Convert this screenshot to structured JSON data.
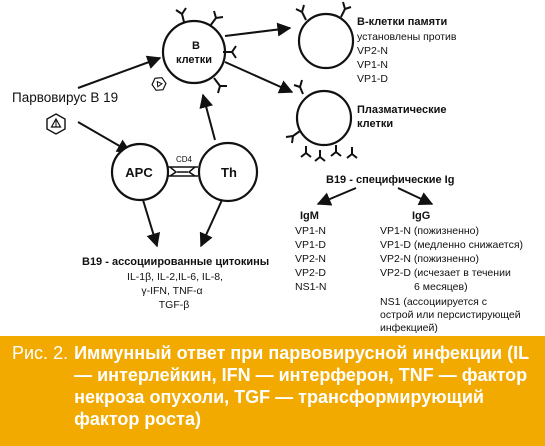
{
  "parvovirus": "Парвовирус В 19",
  "b_cells": [
    "В",
    "клетки"
  ],
  "apc": "APC",
  "th": "Th",
  "cd4": "CD4",
  "memory_title": "В-клетки памяти",
  "memory_lines": [
    "установлены против",
    "VP2-N",
    "VP1-N",
    "VP1-D"
  ],
  "plasma_title": [
    "Плазматические",
    "клетки"
  ],
  "ig_title": "B19 - специфические Ig",
  "igm_title": "IgM",
  "igm_lines": [
    "VP1-N",
    "VP1-D",
    "VP2-N",
    "VP2-D",
    "NS1-N"
  ],
  "igg_title": "IgG",
  "igg_lines": [
    "VP1-N (пожизненно)",
    "VP1-D (медленно снижается)",
    "VP2-N (пожизненно)",
    "VP2-D (исчезает в течении",
    "6 месяцев)",
    "NS1 (ассоциируется с",
    "острой или персистирующей",
    "инфекцией)"
  ],
  "cytokine_title": "B19 - ассоциированные цитокины",
  "cytokine_lines": [
    "IL-1β, IL-2,IL-6, IL-8,",
    "γ-IFN, TNF-α",
    "TGF-β"
  ],
  "caption": {
    "label": "Рис. 2.",
    "text": "Иммунный ответ при парвовирусной инфекции (IL — интерлейкин, IFN — интерферон, TNF — фактор некроза опухоли, TGF — трансформирующий фактор роста)"
  }
}
